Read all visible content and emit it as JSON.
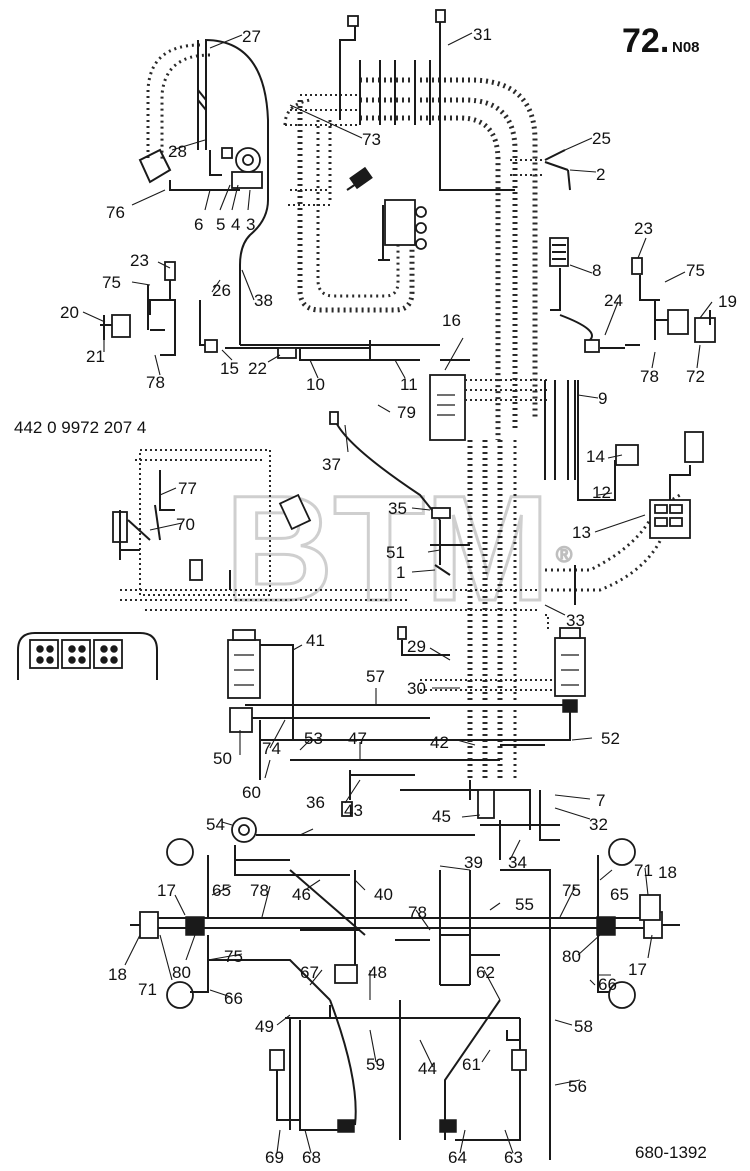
{
  "sheet": {
    "title_main": "72.",
    "title_suffix": "N08",
    "part_number": "442 0 9972 207 4",
    "drawing_number": "680-1392",
    "watermark": "BTM",
    "watermark_mark": "®"
  },
  "callouts": {
    "c27": "27",
    "c31": "31",
    "c73": "73",
    "c28": "28",
    "c25": "25",
    "c2": "2",
    "c76": "76",
    "c6": "6",
    "c5": "5",
    "c4": "4",
    "c3": "3",
    "c23a": "23",
    "c75a": "75",
    "c26": "26",
    "c38": "38",
    "c20": "20",
    "c21": "21",
    "c78a": "78",
    "c15": "15",
    "c22": "22",
    "c10": "10",
    "c11": "11",
    "c79": "79",
    "c16": "16",
    "c9": "9",
    "c8": "8",
    "c24": "24",
    "c23b": "23",
    "c75b": "75",
    "c19": "19",
    "c78b": "78",
    "c72": "72",
    "c37": "37",
    "c14": "14",
    "c12": "12",
    "c77": "77",
    "c70": "70",
    "c35": "35",
    "c13": "13",
    "c51": "51",
    "c1": "1",
    "c33": "33",
    "c29": "29",
    "c41": "41",
    "c57": "57",
    "c30": "30",
    "c50": "50",
    "c74": "74",
    "c53": "53",
    "c47": "47",
    "c42": "42",
    "c52": "52",
    "c60": "60",
    "c43": "43",
    "c7": "7",
    "c36": "36",
    "c45": "45",
    "c32": "32",
    "c54": "54",
    "c34": "34",
    "c39": "39",
    "c17a": "17",
    "c65a": "65",
    "c78c": "78",
    "c46": "46",
    "c40": "40",
    "c71a": "71",
    "c18a": "18",
    "c65b": "65",
    "c75c": "75",
    "c55": "55",
    "c78d": "78",
    "c18b": "18",
    "c71b": "71",
    "c80a": "80",
    "c75d": "75",
    "c80b": "80",
    "c17b": "17",
    "c66a": "66",
    "c67": "67",
    "c48": "48",
    "c62": "62",
    "c66b": "66",
    "c49": "49",
    "c58": "58",
    "c59": "59",
    "c44": "44",
    "c61": "61",
    "c56": "56",
    "c69": "69",
    "c68": "68",
    "c64": "64",
    "c63": "63"
  }
}
